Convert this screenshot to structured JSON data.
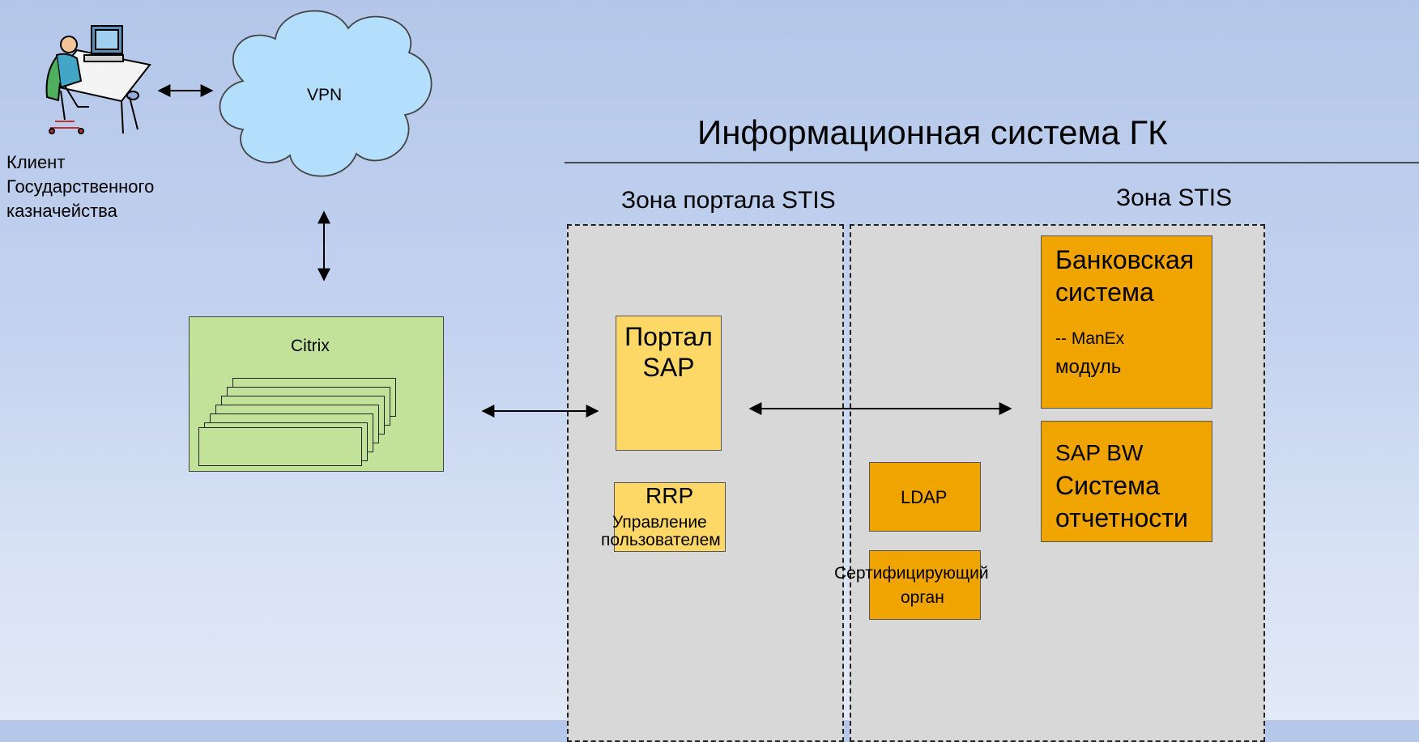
{
  "client": {
    "label_line1": "Клиент",
    "label_line2": "Государственного",
    "label_line3": "казначейства"
  },
  "vpn": {
    "label": "VPN"
  },
  "citrix": {
    "label": "Citrix"
  },
  "system": {
    "title": "Информационная система ГК"
  },
  "zones": {
    "portal_title": "Зона портала STIS",
    "stis_title": "Зона STIS"
  },
  "portal": {
    "line1": "Портал",
    "line2": "SAP"
  },
  "rrp": {
    "title": "RRP",
    "line1": "Управление",
    "line2": "пользователем"
  },
  "banking": {
    "line1": "Банковская",
    "line2": "система",
    "line3": "-- ManEx",
    "line4": "модуль"
  },
  "bw": {
    "line1": "SAP BW",
    "line2": "Система",
    "line3": "отчетности"
  },
  "ldap": {
    "label": "LDAP"
  },
  "ca": {
    "line1": "Сертифицирующий",
    "line2": "орган"
  },
  "colors": {
    "cloud_fill": "#b3defc",
    "citrix_fill": "#c2e29a",
    "zone_fill": "#d8d8d8",
    "orange_fill": "#f0a400",
    "light_orange_fill": "#fed866"
  }
}
